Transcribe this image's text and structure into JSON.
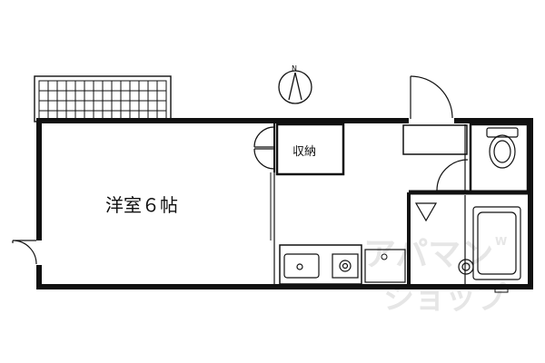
{
  "plan": {
    "main_room_label": "洋室６帖",
    "storage_label": "収納",
    "compass_letter": "N",
    "watermark_line1": "アパマン",
    "watermark_line2": "ショップ",
    "watermark_badge": "W"
  },
  "icons": {
    "compass": "north-arrow-icon",
    "balcony": "balcony-railing",
    "kitchen_sink": "sink-icon",
    "stove": "gas-stove-icon",
    "washer": "washing-machine-space",
    "toilet": "toilet-icon",
    "bathtub": "bathtub-icon",
    "basin": "wash-basin-icon"
  },
  "colors": {
    "wall": "#111111",
    "watermark": "#e6e6e6",
    "background": "#ffffff"
  }
}
